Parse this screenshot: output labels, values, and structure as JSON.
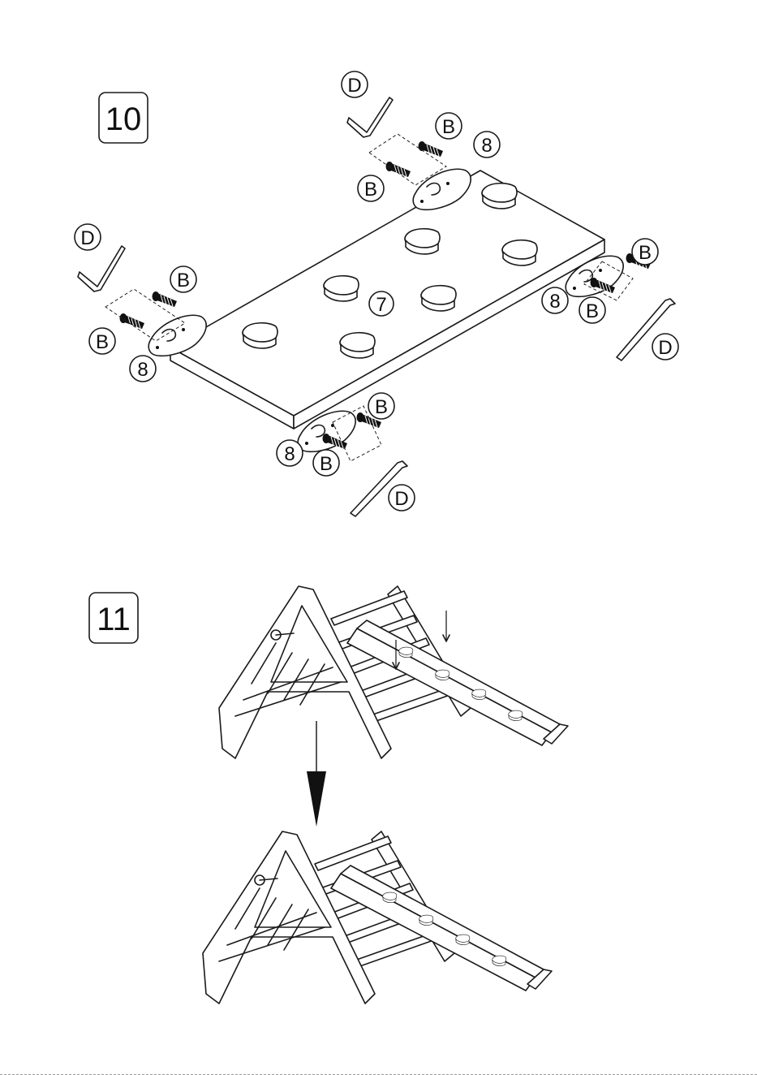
{
  "steps": {
    "step10": {
      "number": "10"
    },
    "step11": {
      "number": "11"
    }
  },
  "parts": {
    "panel": "7",
    "bracket": "8",
    "bolt": "B",
    "hex_key": "D"
  },
  "colors": {
    "ink": "#1a1a1a",
    "paper": "#ffffff"
  },
  "icons": {
    "bolt": "bolt-icon",
    "hex_key": "hex-key-icon",
    "bracket": "bracket-icon",
    "arrow": "down-arrow-icon"
  }
}
